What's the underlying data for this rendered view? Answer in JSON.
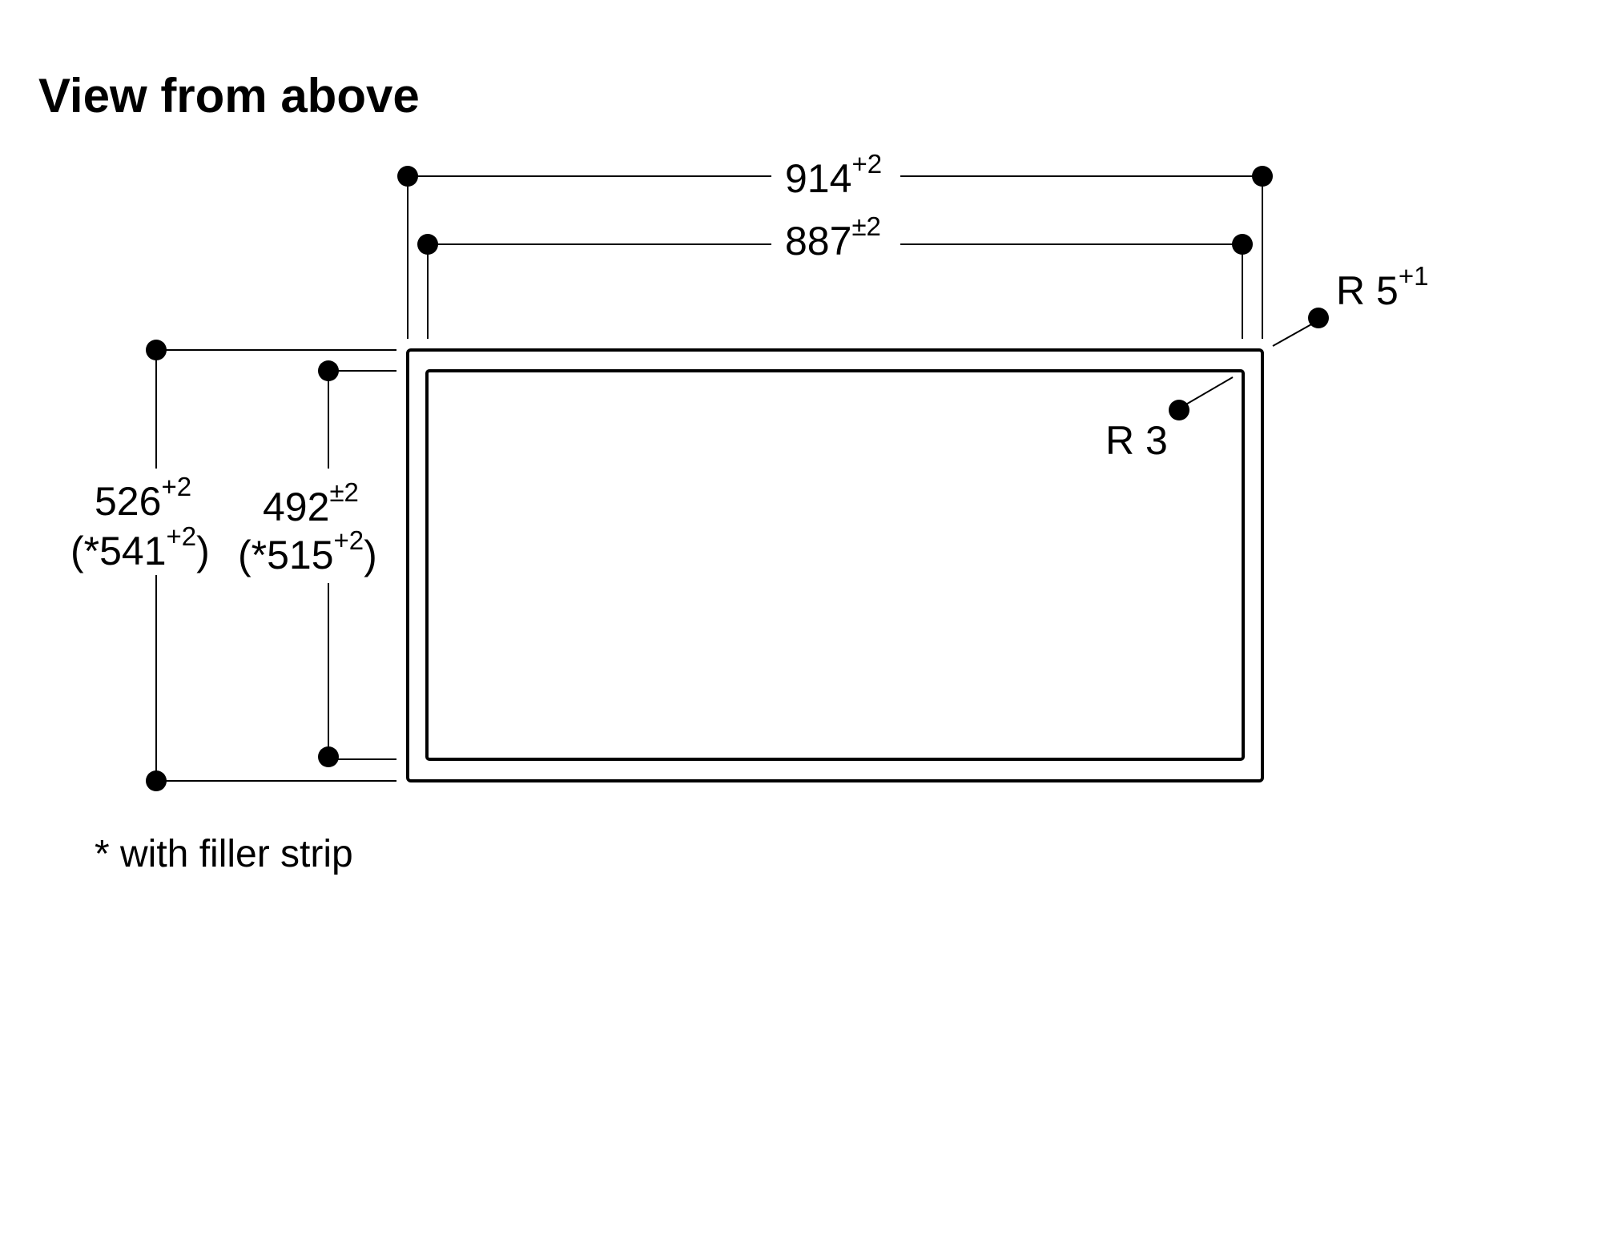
{
  "title": "View from above",
  "dimensions": {
    "overall_width": {
      "value": "914",
      "tolerance": "+2"
    },
    "cutout_width": {
      "value": "887",
      "tolerance": "±2"
    },
    "overall_depth": {
      "value": "526",
      "tolerance": "+2",
      "alt_prefix": "(*541",
      "alt_tolerance": "+2",
      "alt_suffix": ")"
    },
    "cutout_depth": {
      "value": "492",
      "tolerance": "±2",
      "alt_prefix": "(*515",
      "alt_tolerance": "+2",
      "alt_suffix": ")"
    },
    "outer_radius": {
      "label": "R 5",
      "tolerance": "+1"
    },
    "inner_radius": {
      "label": "R 3"
    }
  },
  "footnote": "* with filler strip"
}
